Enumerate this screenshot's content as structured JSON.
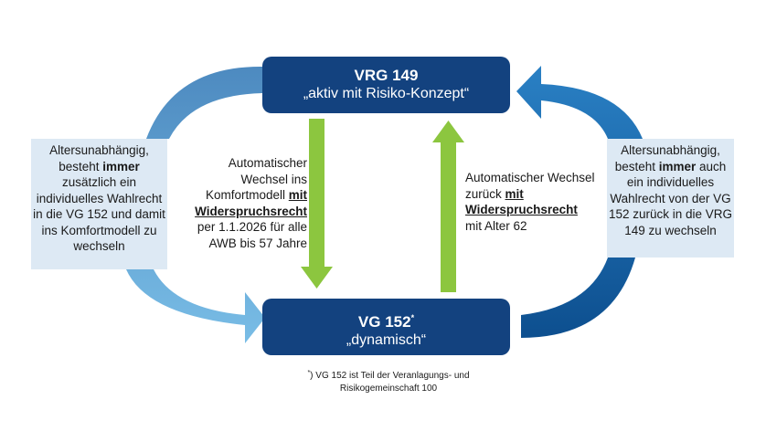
{
  "top_box": {
    "title": "VRG 149",
    "subtitle": "„aktiv mit Risiko-Konzept“"
  },
  "bottom_box": {
    "title": "VG 152",
    "title_mark": "*",
    "subtitle": "„dynamisch“"
  },
  "left_panel": {
    "line1": "Altersunabhängig,",
    "line2_pre": "besteht ",
    "line2_bold": "immer",
    "rest": "zusätzlich ein individuelles Wahlrecht in die VG 152 und damit ins Komfortmodell zu wechseln"
  },
  "right_panel": {
    "line1": "Altersunabhängig,",
    "line2_pre": "besteht ",
    "line2_bold": "immer",
    "line2_post": " auch",
    "rest": "ein individuelles Wahlrecht von der VG 152 zurück in die VRG 149 zu wechseln"
  },
  "down_arrow_label": {
    "pre": "Automatischer Wechsel ins Komfortmodell ",
    "mit": "mit",
    "bold": "Widerspruchsrecht",
    "post": "per 1.1.2026 für alle AWB bis 57 Jahre"
  },
  "up_arrow_label": {
    "pre": "Automatischer Wechsel zurück ",
    "mit": "mit",
    "bold": "Widerspruchsrecht",
    "post": "mit Alter 62"
  },
  "footnote": {
    "mark": "*",
    "text1": ") VG 152 ist Teil der Veranlagungs- und",
    "text2": "Risikogemeinschaft 100"
  },
  "colors": {
    "box_blue": "#13427f",
    "panel_bg": "#dde9f4",
    "arrow_green": "#8cc63f",
    "arc_blue_dark": "#1f6aa6",
    "arc_blue_light": "#6eb2e0"
  }
}
